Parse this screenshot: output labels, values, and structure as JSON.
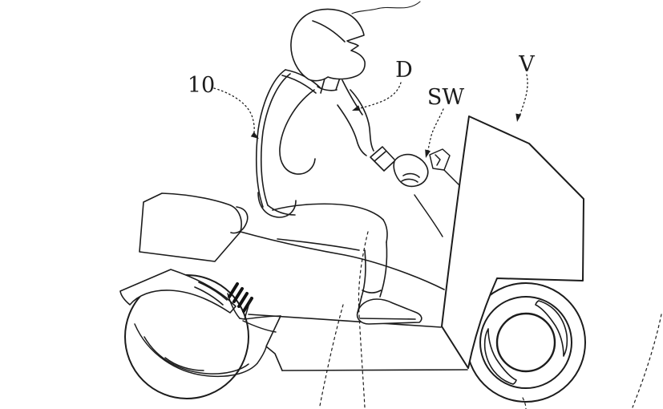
{
  "figure": {
    "kind": "patent-line-drawing",
    "subject": "Side view of a rider wearing a helmet and a back-mounted airbag device seated on a scooter-type vehicle",
    "background_color": "#ffffff",
    "ink_color": "#1c1c1c",
    "labels": [
      {
        "text": "10",
        "target": "airbag-device-on-riders-back"
      },
      {
        "text": "D",
        "target": "driver-rider"
      },
      {
        "text": "SW",
        "target": "handlebar-switch"
      },
      {
        "text": "V",
        "target": "vehicle-front-body"
      }
    ]
  }
}
